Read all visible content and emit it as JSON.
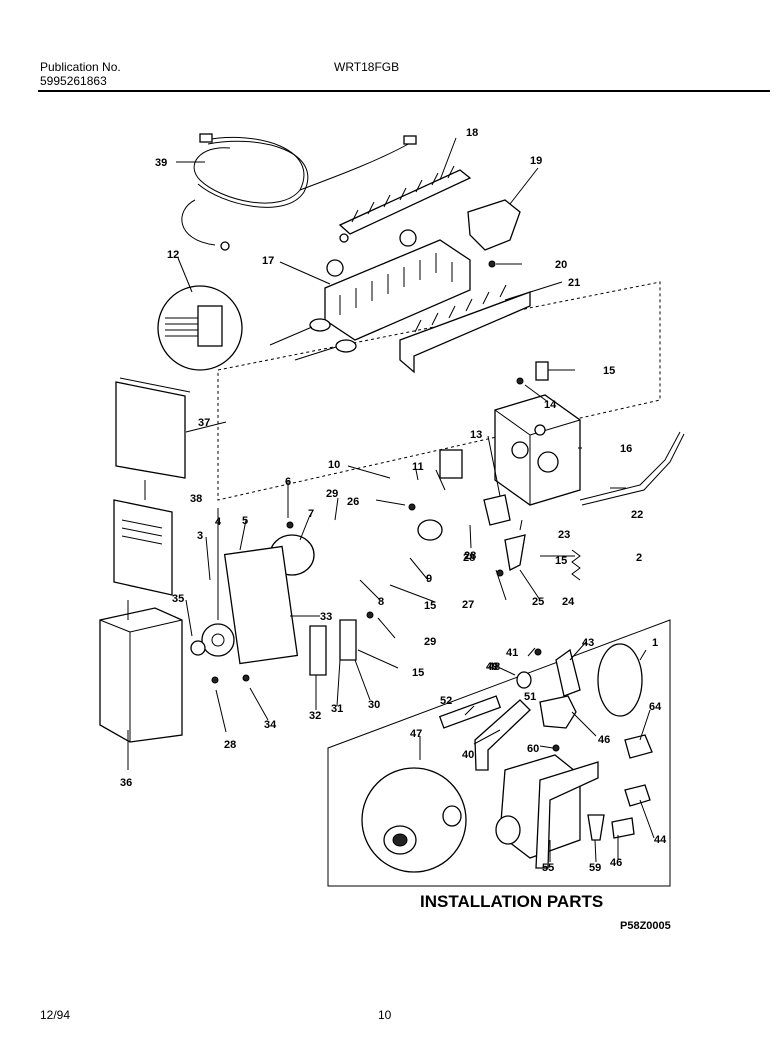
{
  "header": {
    "publication_label": "Publication No.",
    "publication_number": "5995261863",
    "model": "WRT18FGB"
  },
  "diagram": {
    "callouts": [
      "1",
      "2",
      "3",
      "4",
      "5",
      "6",
      "7",
      "8",
      "9",
      "10",
      "11",
      "12",
      "13",
      "14",
      "15",
      "15",
      "15",
      "15",
      "16",
      "17",
      "18",
      "19",
      "20",
      "21",
      "22",
      "23",
      "24",
      "25",
      "26",
      "27",
      "28",
      "28",
      "28",
      "29",
      "29",
      "30",
      "31",
      "32",
      "33",
      "34",
      "35",
      "36",
      "37",
      "38",
      "39",
      "40",
      "41",
      "43",
      "44",
      "46",
      "46",
      "47",
      "48",
      "49",
      "51",
      "52",
      "55",
      "59",
      "60",
      "64"
    ],
    "section_title": "INSTALLATION PARTS",
    "diagram_code": "P58Z0005"
  },
  "footer": {
    "date": "12/94",
    "page": "10"
  }
}
